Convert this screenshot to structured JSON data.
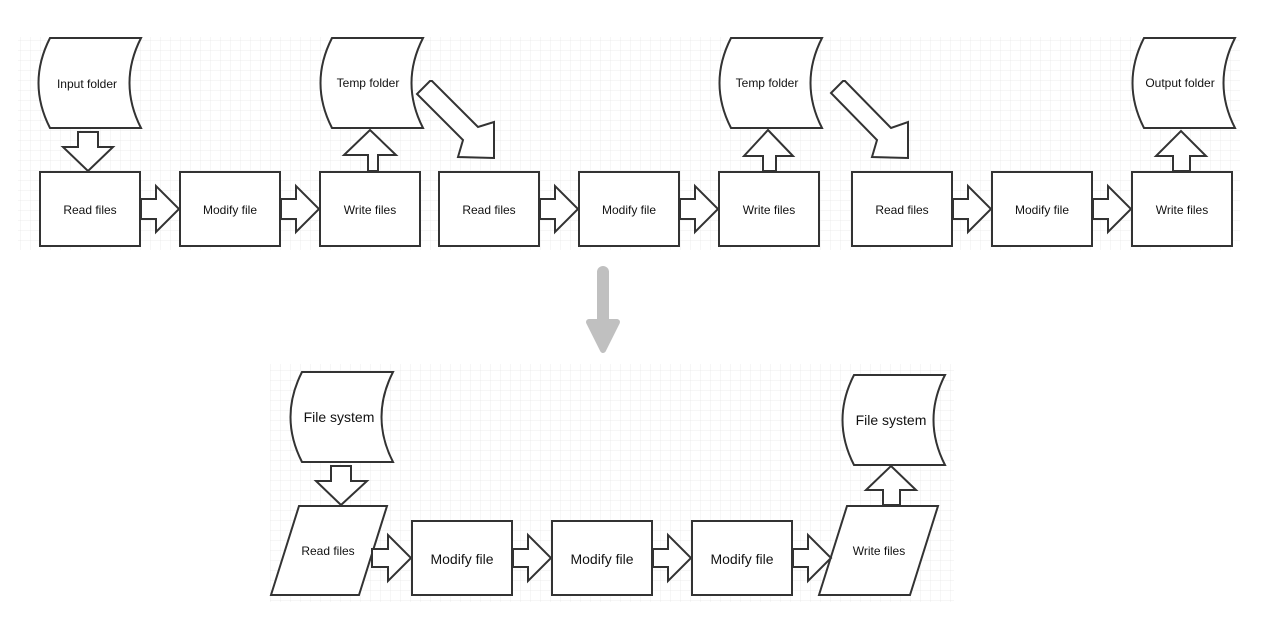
{
  "top_flow": {
    "stores": {
      "input": "Input folder",
      "temp1": "Temp folder",
      "temp2": "Temp folder",
      "output": "Output folder"
    },
    "processes": [
      "Read files",
      "Modify file",
      "Write files",
      "Read files",
      "Modify file",
      "Write files",
      "Read files",
      "Modify file",
      "Write files"
    ]
  },
  "bottom_flow": {
    "stores": {
      "source": "File system",
      "target": "File system"
    },
    "read": "Read files",
    "modifies": [
      "Modify file",
      "Modify file",
      "Modify file"
    ],
    "write": "Write files"
  },
  "colors": {
    "stroke": "#333333",
    "grid": "#e6e6e6",
    "transition_arrow": "#c0c0c0"
  }
}
